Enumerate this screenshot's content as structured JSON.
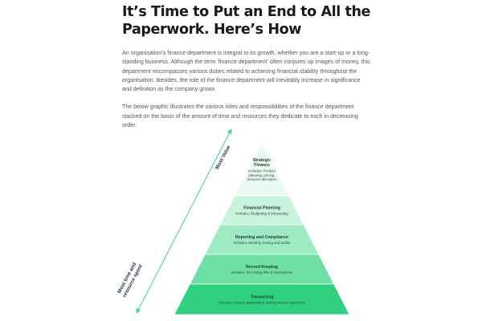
{
  "article": {
    "title": "It’s Time to Put an End to All the Paperwork. Here’s How",
    "paragraphs": [
      "An organisation’s finance department is integral to its growth, whether you are a start-up or a long-standing business. Although the term ‘finance department’ often conjures up images of money, this department encompasses various duties related to achieving financial stability throughout the organisation. Besides, the role of the finance department will inevitably increase in significance and definition as the company grows.",
      "The below graphic illustrates the various roles and responsibilities of the finance department stacked on the basis of the amount of time and resources they dedicate to each in decreasing order."
    ]
  },
  "pyramid": {
    "top_label": "Most Value",
    "bottom_label_line1": "Most time and",
    "bottom_label_line2": "resource spent",
    "colors": {
      "arrow": "#4fd495",
      "levels": [
        "#eafaf2",
        "#c8f3dc",
        "#9eeac2",
        "#6ee0a5",
        "#2fd07f"
      ]
    },
    "levels": [
      {
        "title_lines": [
          "Strategic",
          "Finance"
        ],
        "desc_lines": [
          "Includes: Product",
          "planning, pricing,",
          "resource allocation"
        ]
      },
      {
        "title_lines": [
          "Financial Planning"
        ],
        "desc_lines": [
          "Includes: Budgeting & forecasting"
        ]
      },
      {
        "title_lines": [
          "Reporting and Compliance"
        ],
        "desc_lines": [
          "Includes: Monthly closing and audits"
        ]
      },
      {
        "title_lines": [
          "Record Keeping"
        ],
        "desc_lines": [
          "Includes: Recording bills & transactions"
        ]
      },
      {
        "title_lines": [
          "Transacting"
        ],
        "desc_lines": [
          "Includes: Invoice approvals & making invoice payments"
        ]
      }
    ]
  }
}
